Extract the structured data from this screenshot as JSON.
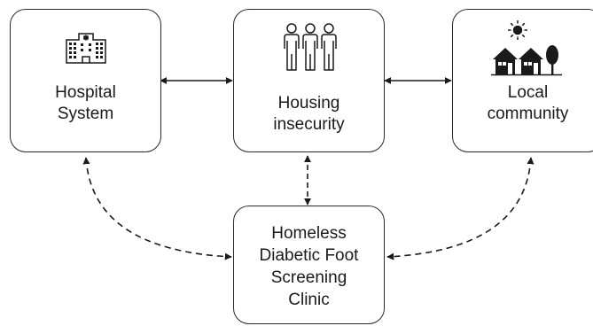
{
  "nodes": {
    "hospital": {
      "label": "Hospital\nSystem",
      "icon": "hospital-building-icon"
    },
    "housing": {
      "label": "Housing\ninsecurity",
      "icon": "people-group-icon"
    },
    "community": {
      "label": "Local\ncommunity",
      "icon": "houses-sun-tree-icon"
    },
    "clinic": {
      "label": "Homeless\nDiabetic Foot\nScreening\nClinic"
    }
  },
  "connections": [
    {
      "from": "hospital",
      "to": "housing",
      "style": "solid",
      "direction": "both"
    },
    {
      "from": "housing",
      "to": "community",
      "style": "solid",
      "direction": "both"
    },
    {
      "from": "hospital",
      "to": "clinic",
      "style": "dashed",
      "direction": "both"
    },
    {
      "from": "housing",
      "to": "clinic",
      "style": "dashed",
      "direction": "both"
    },
    {
      "from": "community",
      "to": "clinic",
      "style": "dashed",
      "direction": "both"
    }
  ],
  "colors": {
    "stroke": "#2a2a2a",
    "text": "#1a1a1a",
    "background": "#ffffff"
  }
}
